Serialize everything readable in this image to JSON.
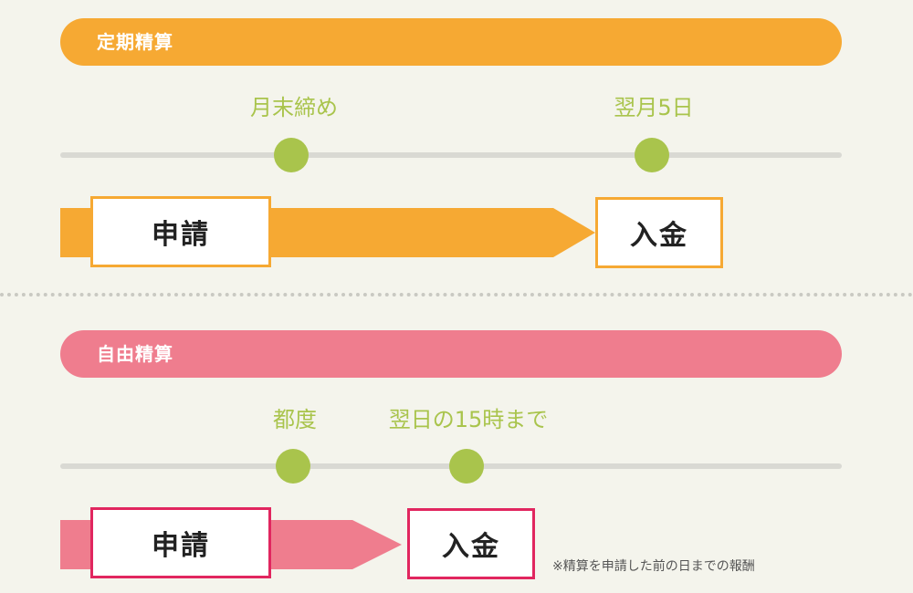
{
  "section1": {
    "title": "定期精算",
    "color": "#f6a933",
    "milestones": [
      "月末締め",
      "翌月5日"
    ],
    "apply_label": "申請",
    "deposit_label": "入金"
  },
  "section2": {
    "title": "自由精算",
    "color": "#ef7d8e",
    "box_border_color": "#e1265f",
    "milestones": [
      "都度",
      "翌日の15時まで"
    ],
    "apply_label": "申請",
    "deposit_label": "入金"
  },
  "timeline_dot_color": "#a9c44c",
  "footnote": "※精算を申請した前の日までの報酬"
}
